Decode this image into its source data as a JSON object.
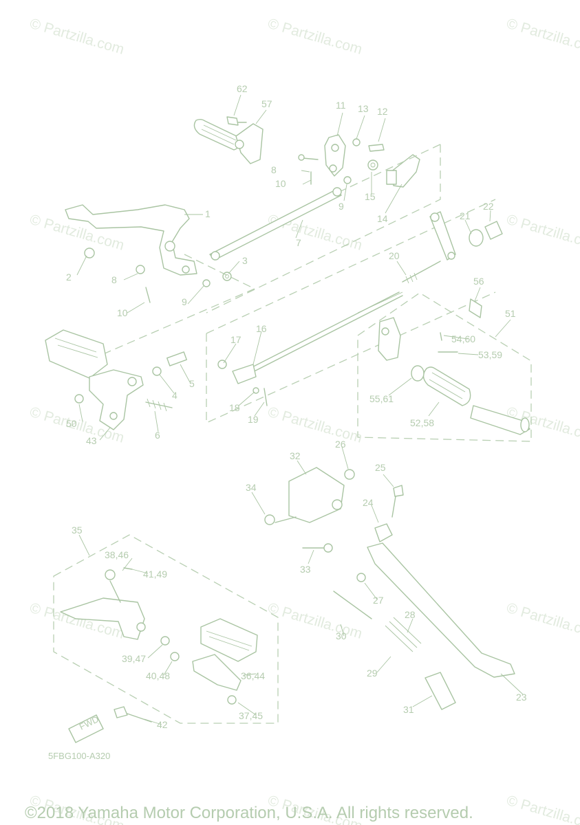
{
  "watermark": "© Partzilla.com",
  "diagram_code": "5FBG100-A320",
  "copyright": "©2018 Yamaha Motor Corporation, U.S.A. All rights reserved.",
  "fwd_label": "FWD",
  "callouts": {
    "c1": "1",
    "c2": "2",
    "c3": "3",
    "c4": "4",
    "c5": "5",
    "c6": "6",
    "c7": "7",
    "c8a": "8",
    "c8b": "8",
    "c9a": "9",
    "c9b": "9",
    "c10a": "10",
    "c10b": "10",
    "c11": "11",
    "c12": "12",
    "c13": "13",
    "c14": "14",
    "c15": "15",
    "c16": "16",
    "c17": "17",
    "c18": "18",
    "c19": "19",
    "c20": "20",
    "c21": "21",
    "c22": "22",
    "c23": "23",
    "c24": "24",
    "c25": "25",
    "c26": "26",
    "c27": "27",
    "c28": "28",
    "c29": "29",
    "c30": "30",
    "c31": "31",
    "c32": "32",
    "c33": "33",
    "c34": "34",
    "c35": "35",
    "c36_44": "36,44",
    "c37_45": "37,45",
    "c38_46": "38,46",
    "c39_47": "39,47",
    "c40_48": "40,48",
    "c41_49": "41,49",
    "c42": "42",
    "c43": "43",
    "c50": "50",
    "c51": "51",
    "c52_58": "52,58",
    "c53_59": "53,59",
    "c54_60": "54,60",
    "c55_61": "55,61",
    "c56": "56",
    "c57": "57",
    "c62": "62"
  }
}
